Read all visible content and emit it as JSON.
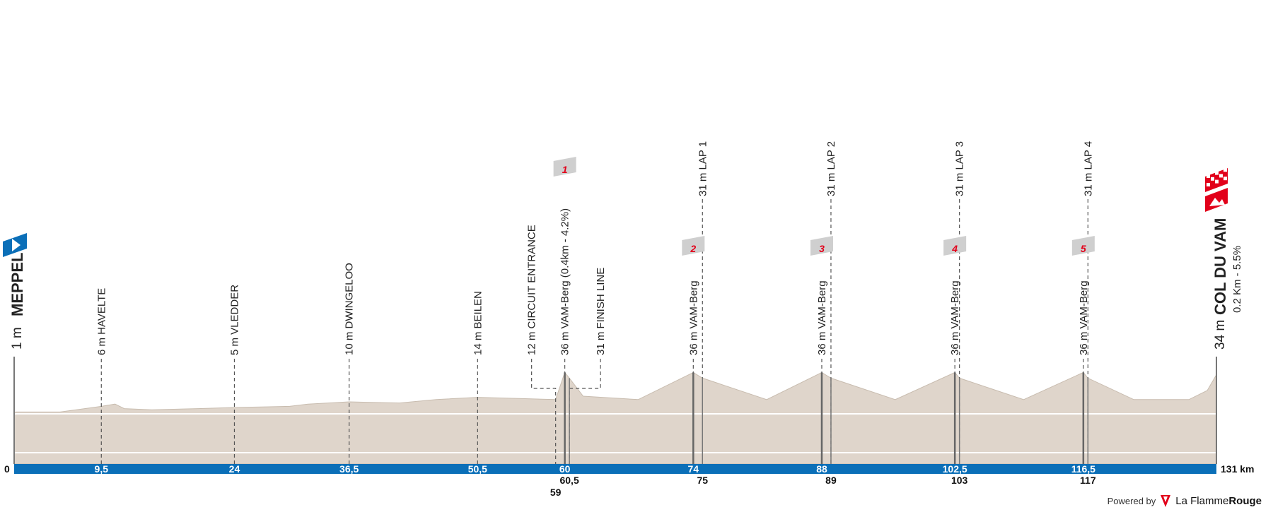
{
  "chart_data": {
    "type": "area",
    "title": "",
    "xlabel": "",
    "ylabel": "",
    "xlim": [
      0,
      131
    ],
    "x_unit_label": "131 km",
    "start_km_label": "0",
    "start": {
      "name": "MEPPEL",
      "elevation": "1 m",
      "icon": "start-flag-icon"
    },
    "finish": {
      "name": "COL DU VAM",
      "elevation": "34 m",
      "climb_info": "0.2 Km - 5.5%",
      "icons": [
        "checkered-flag-icon",
        "climb-finish-icon"
      ]
    },
    "profile": {
      "x": [
        0,
        5,
        9.5,
        11,
        12,
        15,
        20,
        24,
        30,
        32,
        36.5,
        42,
        46,
        50.5,
        55,
        59,
        60,
        60.5,
        62,
        68,
        74,
        75,
        82,
        88,
        89,
        96,
        102.5,
        103,
        110,
        116.5,
        117,
        122,
        128,
        130,
        131
      ],
      "elevation": [
        1,
        1,
        6,
        8,
        4,
        3,
        4,
        5,
        6,
        8,
        10,
        9,
        12,
        14,
        13,
        12,
        36,
        31,
        15,
        12,
        36,
        31,
        12,
        36,
        31,
        12,
        36,
        31,
        12,
        36,
        31,
        12,
        12,
        20,
        34
      ]
    },
    "points": [
      {
        "name": "6 m HAVELTE",
        "km": 9.5,
        "label_km": "9,5",
        "leader": "straight"
      },
      {
        "name": "5 m VLEDDER",
        "km": 24,
        "label_km": "24",
        "leader": "straight"
      },
      {
        "name": "10 m DWINGELOO",
        "km": 36.5,
        "label_km": "36,5",
        "leader": "straight"
      },
      {
        "name": "14 m BEILEN",
        "km": 50.5,
        "label_km": "50,5",
        "leader": "straight"
      },
      {
        "name": "12 m CIRCUIT ENTRANCE",
        "km": 59,
        "label_km": "59",
        "leader": "left",
        "below": true,
        "row": 2
      },
      {
        "name": "36 m VAM-Berg (0.4km - 4.2%)",
        "km": 60,
        "label_km": "60",
        "leader": "straight",
        "climb": "1",
        "climb_high": true
      },
      {
        "name": "31 m FINISH LINE",
        "km": 60.5,
        "label_km": "60,5",
        "leader": "right",
        "below": true,
        "row": 1
      },
      {
        "name": "36 m VAM-Berg",
        "km": 74,
        "label_km": "74",
        "leader": "straight",
        "climb": "2"
      },
      {
        "name": "31 m LAP 1",
        "km": 75,
        "label_km": "75",
        "leader": "tall",
        "below": true,
        "row": 1
      },
      {
        "name": "36 m VAM-Berg",
        "km": 88,
        "label_km": "88",
        "leader": "straight",
        "climb": "3"
      },
      {
        "name": "31 m LAP 2",
        "km": 89,
        "label_km": "89",
        "leader": "tall",
        "below": true,
        "row": 1
      },
      {
        "name": "36 m VAM-Berg",
        "km": 102.5,
        "label_km": "102,5",
        "leader": "straight",
        "climb": "4"
      },
      {
        "name": "31 m LAP 3",
        "km": 103,
        "label_km": "103",
        "leader": "tall",
        "below": true,
        "row": 1
      },
      {
        "name": "36 m VAM-Berg",
        "km": 116.5,
        "label_km": "116,5",
        "leader": "straight",
        "climb": "5"
      },
      {
        "name": "31 m LAP 4",
        "km": 117,
        "label_km": "117",
        "leader": "tall",
        "below": true,
        "row": 1
      }
    ],
    "colors": {
      "profile_fill": "#dfd5cb",
      "profile_stroke": "#c8bcaf",
      "km_bar": "#0b6fb8",
      "km_text_on_bar": "#ffffff",
      "km_text_below": "#111111",
      "climb_badge": "#cfcfcf",
      "climb_number": "#e2001a",
      "start_flag": "#0b6fb8",
      "finish_flag": "#e2001a",
      "leader_line": "#555555"
    }
  },
  "footer": {
    "powered_by": "Powered by",
    "brand_regular": "La Flamme",
    "brand_bold": "Rouge",
    "logo_icon": "flame-logo-icon"
  }
}
